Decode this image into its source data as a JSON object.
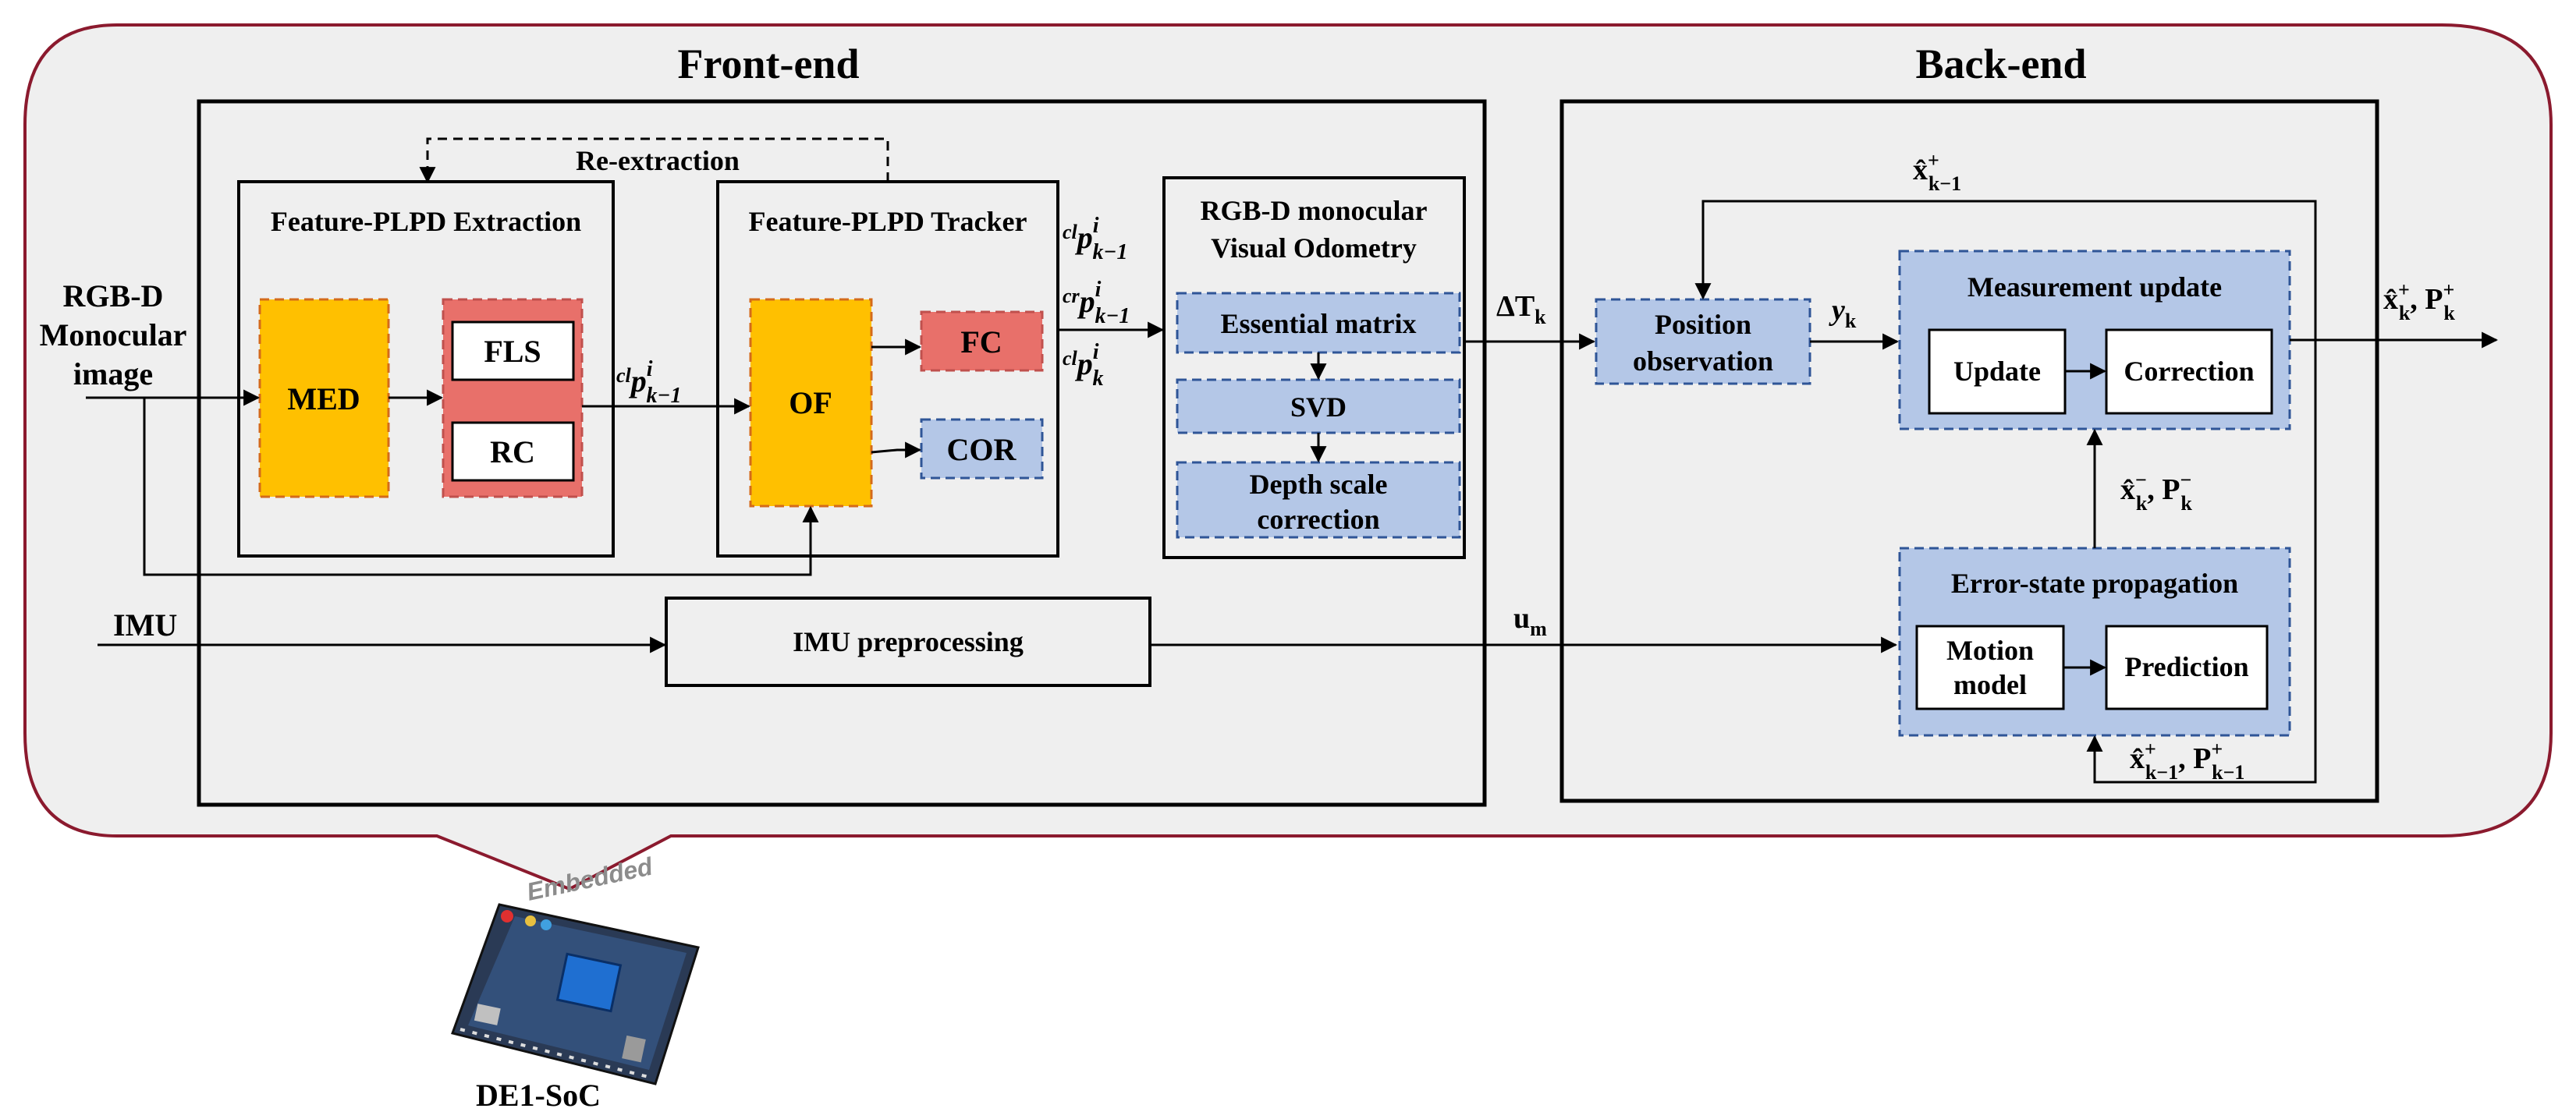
{
  "sections": {
    "front_end": "Front-end",
    "back_end": "Back-end"
  },
  "inputs": {
    "rgbd_line1": "RGB-D",
    "rgbd_line2": "Monocular",
    "rgbd_line3": "image",
    "imu": "IMU"
  },
  "front_end": {
    "re_extraction": "Re-extraction",
    "extraction_title": "Feature-PLPD Extraction",
    "med": "MED",
    "fls": "FLS",
    "rc": "RC",
    "tracker_title": "Feature-PLPD Tracker",
    "of": "OF",
    "fc": "FC",
    "cor": "COR",
    "vo_title_line1": "RGB-D monocular",
    "vo_title_line2": "Visual Odometry",
    "essential_matrix": "Essential matrix",
    "svd": "SVD",
    "depth_line1": "Depth scale",
    "depth_line2": "correction",
    "imu_preprocessing": "IMU preprocessing"
  },
  "signals": {
    "p_cl_prev": {
      "pre": "cl",
      "base": "p",
      "sup": "i",
      "sub": "k−1"
    },
    "p_cl_prev_top": {
      "pre": "cl",
      "base": "p",
      "sup": "i",
      "sub": "k−1"
    },
    "p_cr_prev": {
      "pre": "cr",
      "base": "p",
      "sup": "i",
      "sub": "k−1"
    },
    "p_cl_k": {
      "pre": "cl",
      "base": "p",
      "sup": "i",
      "sub": "k"
    },
    "delta_t": {
      "base": "ΔT",
      "sub": "k"
    },
    "y_k": {
      "base": "y",
      "sub": "k"
    },
    "u_m": {
      "base": "u",
      "sub": "m"
    },
    "x_prev_top": {
      "base": "x̂",
      "sup": "+",
      "sub": "k−1"
    },
    "x_out": {
      "base": "x̂",
      "sup": "+",
      "sub": "k",
      "sep": ", ",
      "base2": "P",
      "sup2": "+",
      "sub2": "k"
    },
    "x_minus": {
      "base": "x̂",
      "sup": "−",
      "sub": "k",
      "sep": ", ",
      "base2": "P",
      "sup2": "−",
      "sub2": "k"
    },
    "x_prev_bottom": {
      "base": "x̂",
      "sup": "+",
      "sub": "k−1",
      "sep": ", ",
      "base2": "P",
      "sup2": "+",
      "sub2": "k−1"
    }
  },
  "back_end": {
    "position_line1": "Position",
    "position_line2": "observation",
    "measurement_update": "Measurement update",
    "update": "Update",
    "correction": "Correction",
    "error_state": "Error-state propagation",
    "motion_line1": "Motion",
    "motion_line2": "model",
    "prediction": "Prediction"
  },
  "board": {
    "embedded": "Embedded",
    "name": "DE1-SoC"
  },
  "colors": {
    "outer_border": "#8b1a2e",
    "outer_fill": "#efefef",
    "orange_fill": "#ffc000",
    "orange_border": "#d46a1a",
    "red_fill": "#e8706a",
    "red_border": "#c0504d",
    "blue_fill": "#b4c7e7",
    "blue_border": "#2f5597"
  }
}
